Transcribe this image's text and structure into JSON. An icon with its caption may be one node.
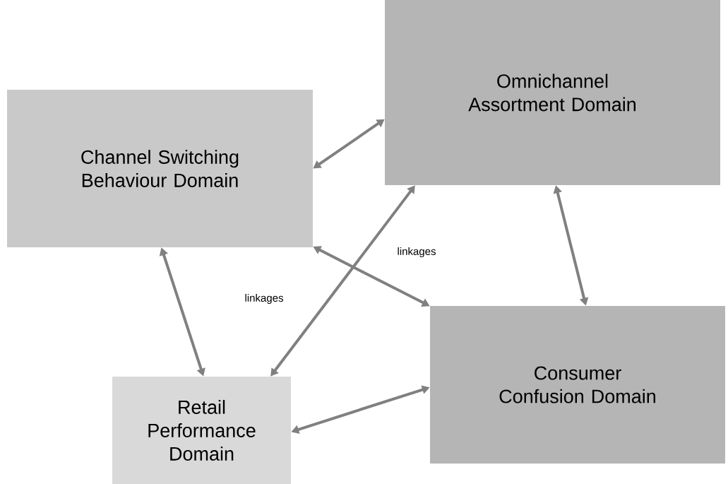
{
  "diagram": {
    "nodes": [
      {
        "text": [
          "Channel Switching Behaviour Domain"
        ]
      },
      {
        "text": [
          "Omnichannel Assortment Domain"
        ]
      },
      {
        "text": [
          "Consumer Confusion Domain"
        ]
      },
      {
        "text": [
          "Retail Performance Domain"
        ]
      }
    ],
    "edges": [
      {
        "from": 0,
        "to": 1,
        "arrow": "both"
      },
      {
        "from": 0,
        "to": 3,
        "arrow": "both"
      },
      {
        "from": 0,
        "to": 2,
        "arrow": "both"
      },
      {
        "from": 3,
        "to": 1,
        "arrow": "both"
      },
      {
        "from": 1,
        "to": 2,
        "arrow": "both"
      },
      {
        "from": 3,
        "to": 2,
        "arrow": "both"
      }
    ],
    "labels": [
      "linkages",
      "linkages"
    ]
  }
}
